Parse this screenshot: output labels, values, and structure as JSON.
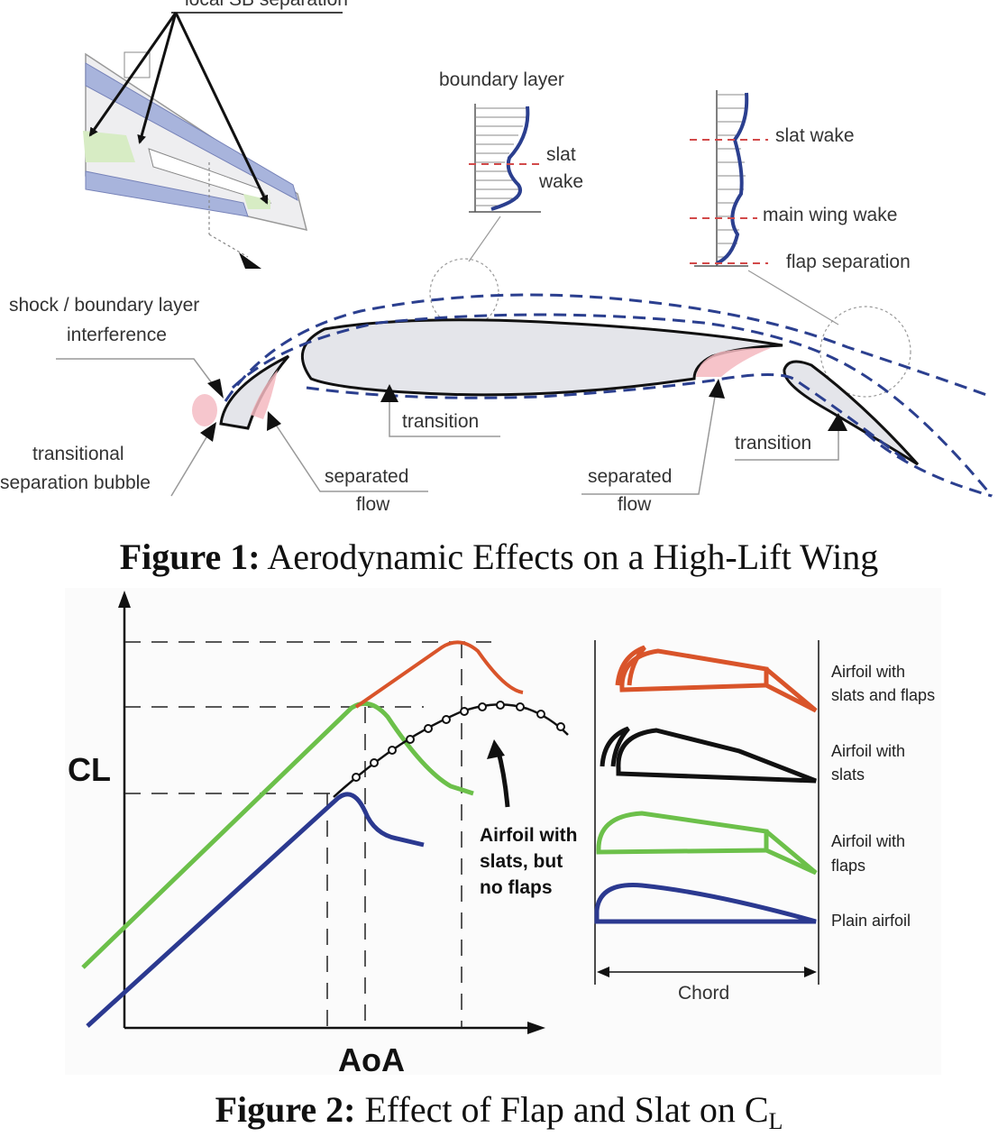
{
  "figure1": {
    "top_label": "local SB separation",
    "labels": {
      "boundary_layer": "boundary layer",
      "slat_wake_1": "slat",
      "slat_wake_2": "wake",
      "slat_wake_right": "slat wake",
      "main_wing_wake": "main wing wake",
      "flap_separation": "flap separation",
      "shock_1": "shock / boundary layer",
      "shock_2": "interference",
      "transitional_1": "transitional",
      "transitional_2": "separation bubble",
      "transition_main": "transition",
      "transition_flap": "transition",
      "separated_left_1": "separated",
      "separated_left_2": "flow",
      "separated_right_1": "separated",
      "separated_right_2": "flow"
    },
    "caption_bold": "Figure 1:",
    "caption_text": "Aerodynamic Effects on a High-Lift Wing"
  },
  "figure2": {
    "ylabel": "CL",
    "xlabel": "AoA",
    "annotation_lines": [
      "Airfoil with",
      "slats, but",
      "no flaps"
    ],
    "legend": [
      {
        "lines": [
          "Airfoil with",
          "slats and flaps"
        ],
        "color": "#d9542a"
      },
      {
        "lines": [
          "Airfoil with",
          "slats"
        ],
        "color": "#111111"
      },
      {
        "lines": [
          "Airfoil with",
          "flaps"
        ],
        "color": "#6cc04a"
      },
      {
        "lines": [
          "Plain airfoil"
        ],
        "color": "#2b3990"
      }
    ],
    "chord_label": "Chord",
    "caption_bold": "Figure 2:",
    "caption_text": "Effect of Flap and Slat on C",
    "caption_sub": "L"
  },
  "colors": {
    "slats_and_flaps": "#d9542a",
    "slats_only": "#111111",
    "flaps_only": "#6cc04a",
    "plain": "#2b3990",
    "flow_dash": "#2b3f8f",
    "separation_pink": "#f4b8c0",
    "airfoil_fill": "#e4e5ea"
  }
}
